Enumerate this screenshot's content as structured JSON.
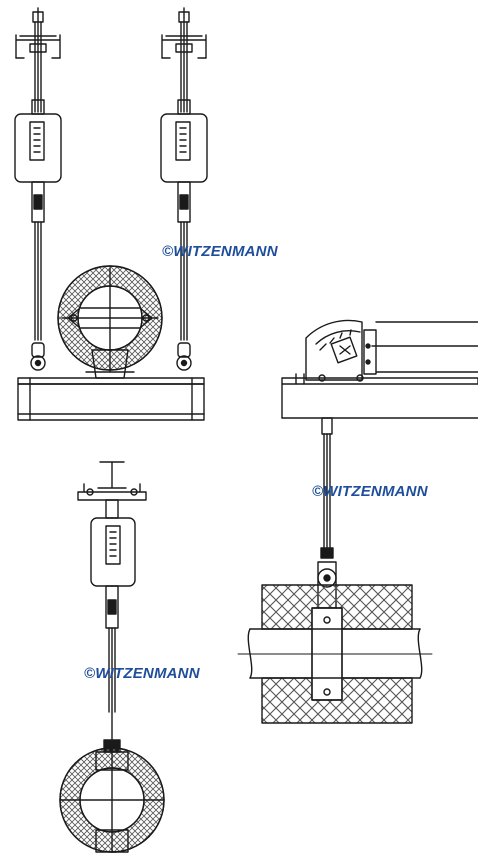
{
  "watermark": {
    "text": "©WITZENMANN",
    "color": "#1f4e9c"
  },
  "colors": {
    "line": "#1a1a1a",
    "insulation": "#555555",
    "background": "#ffffff"
  },
  "drawings": [
    {
      "name": "twin-spring-hanger-with-pipe-clamp"
    },
    {
      "name": "angled-hanger-on-beam"
    },
    {
      "name": "spring-hanger-on-i-beam"
    },
    {
      "name": "pipe-clamp-with-rod"
    }
  ]
}
